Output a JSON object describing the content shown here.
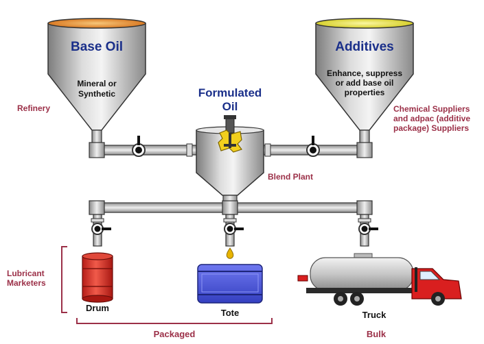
{
  "tanks": {
    "base_oil": {
      "title": "Base Oil",
      "line1": "Mineral or",
      "line2": "Synthetic",
      "fill_color": "#e8a040"
    },
    "additives": {
      "title": "Additives",
      "line1": "Enhance, suppress",
      "line2": "or add base oil",
      "line3": "properties",
      "fill_color": "#e6e24a"
    }
  },
  "blend": {
    "title_line1": "Formulated",
    "title_line2": "Oil",
    "plant_label": "Blend Plant"
  },
  "sources": {
    "refinery": "Refinery",
    "chemical_line1": "Chemical Suppliers",
    "chemical_line2": "and adpac (additive",
    "chemical_line3": "package) Suppliers"
  },
  "marketers": {
    "line1": "Lubricant",
    "line2": "Marketers"
  },
  "containers": {
    "drum": "Drum",
    "tote": "Tote",
    "truck": "Truck"
  },
  "groups": {
    "packaged": "Packaged",
    "bulk": "Bulk"
  },
  "colors": {
    "label_maroon": "#9b2f47",
    "title_navy": "#1a2f8a",
    "drum_red": "#d8322a",
    "tote_blue": "#4a55d8",
    "truck_red": "#d91f1f",
    "oil_drop": "#e8b400",
    "mixer_yellow": "#f2cf1d"
  }
}
